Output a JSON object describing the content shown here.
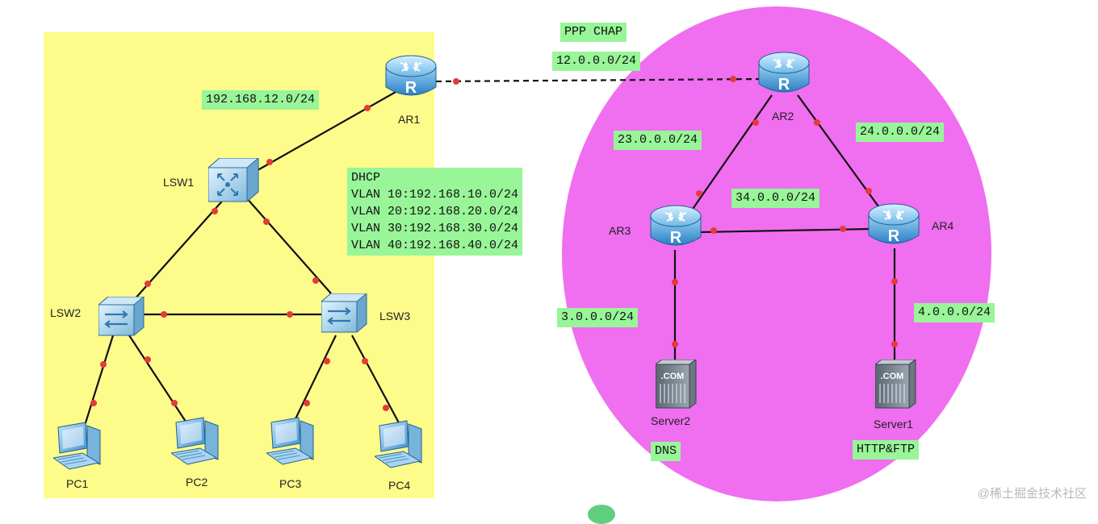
{
  "colors": {
    "campus_zone": "#fdfb8a",
    "isp_zone": "#f06ef0",
    "label_bg": "#98f598",
    "link": "#111111",
    "port_dot": "#e53a3a"
  },
  "labels": {
    "ppp": "PPP CHAP",
    "net_12": "12.0.0.0/24",
    "net_192_12": "192.168.12.0/24",
    "net_23": "23.0.0.0/24",
    "net_24": "24.0.0.0/24",
    "net_34": "34.0.0.0/24",
    "net_3": "3.0.0.0/24",
    "net_4": "4.0.0.0/24",
    "dns": "DNS",
    "http_ftp": "HTTP&FTP"
  },
  "dhcp": {
    "title": "DHCP",
    "vlans": [
      "VLAN 10:192.168.10.0/24",
      "VLAN 20:192.168.20.0/24",
      "VLAN 30:192.168.30.0/24",
      "VLAN 40:192.168.40.0/24"
    ]
  },
  "devices": {
    "ar1": {
      "name": "AR1",
      "icon": "router-icon",
      "glyph": "R"
    },
    "ar2": {
      "name": "AR2",
      "icon": "router-icon",
      "glyph": "R"
    },
    "ar3": {
      "name": "AR3",
      "icon": "router-icon",
      "glyph": "R"
    },
    "ar4": {
      "name": "AR4",
      "icon": "router-icon",
      "glyph": "R"
    },
    "lsw1": {
      "name": "LSW1",
      "icon": "core-switch-icon"
    },
    "lsw2": {
      "name": "LSW2",
      "icon": "switch-icon"
    },
    "lsw3": {
      "name": "LSW3",
      "icon": "switch-icon"
    },
    "server1": {
      "name": "Server1",
      "icon": "server-icon",
      "badge": ".COM"
    },
    "server2": {
      "name": "Server2",
      "icon": "server-icon",
      "badge": ".COM"
    },
    "pc1": {
      "name": "PC1",
      "icon": "pc-icon"
    },
    "pc2": {
      "name": "PC2",
      "icon": "pc-icon"
    },
    "pc3": {
      "name": "PC3",
      "icon": "pc-icon"
    },
    "pc4": {
      "name": "PC4",
      "icon": "pc-icon"
    }
  },
  "watermark": "@稀土掘金技术社区"
}
